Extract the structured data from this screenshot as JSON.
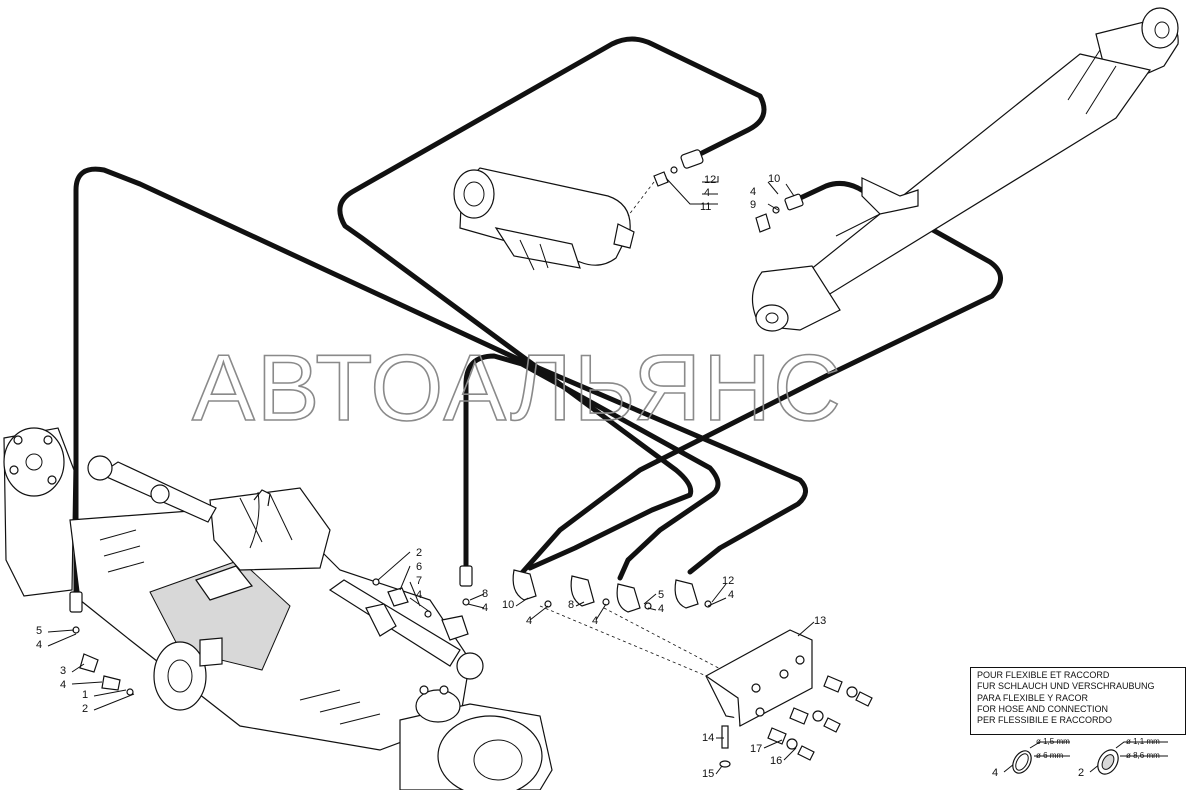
{
  "watermark": "АВТОАЛЬЯНС",
  "callouts": {
    "c12_top": "12",
    "c4_top": "4",
    "c11": "11",
    "c10_r": "10",
    "c4_r": "4",
    "c9": "9",
    "c2_m": "2",
    "c6": "6",
    "c7": "7",
    "c4_m": "4",
    "c8_a": "8",
    "c4_a": "4",
    "c5_l": "5",
    "c4_l": "4",
    "c3": "3",
    "c4_l2": "4",
    "c1": "1",
    "c2_l": "2",
    "c10_b": "10",
    "c4_b1": "4",
    "c8_b": "8",
    "c4_b2": "4",
    "c5_b": "5",
    "c4_b3": "4",
    "c12_b": "12",
    "c4_b4": "4",
    "c13": "13",
    "c14": "14",
    "c15": "15",
    "c17": "17",
    "c16": "16",
    "c4_seal": "4",
    "c2_seal": "2"
  },
  "legend": {
    "lines": [
      "POUR FLEXIBLE ET RACCORD",
      "FUR SCHLAUCH UND VERSCHRAUBUNG",
      "PARA FLEXIBLE Y RACOR",
      "FOR HOSE AND CONNECTION",
      "PER FLESSIBILE E RACCORDO"
    ]
  },
  "seals": {
    "seal4_dim1": "ø 1,5 mm",
    "seal4_dim2": "ø 6 mm",
    "seal2_dim1": "ø 1,1 mm",
    "seal2_dim2": "ø 8,6 mm"
  }
}
